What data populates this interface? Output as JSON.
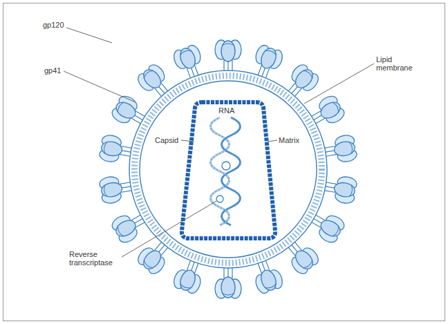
{
  "diagram": {
    "labels": [
      "gp120",
      "gp41",
      "RNA",
      "Capsid",
      "Matrix",
      "Lipid membrane",
      "Reverse transcriptase"
    ]
  }
}
